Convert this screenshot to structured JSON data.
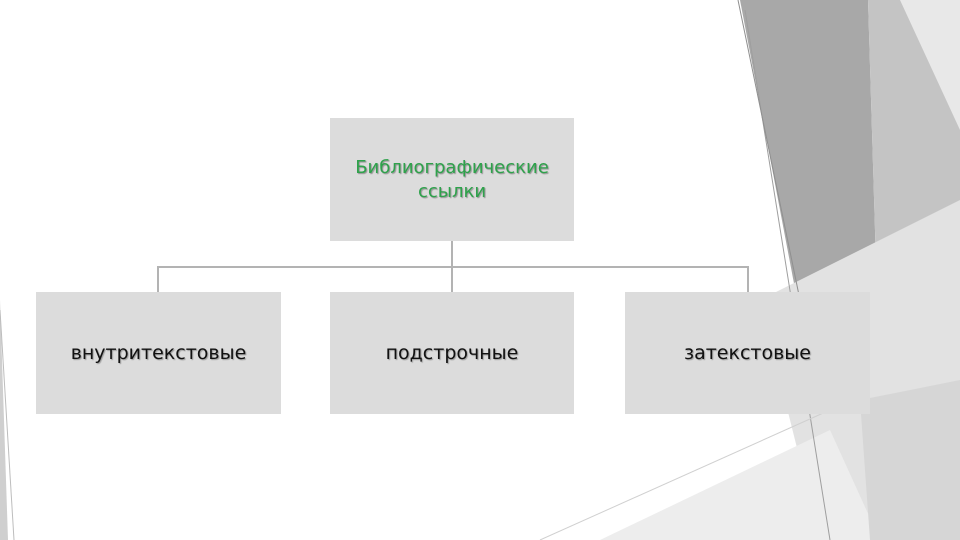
{
  "diagram": {
    "root": {
      "label": "Библиографические ссылки"
    },
    "children": [
      {
        "label": "внутритекстовые"
      },
      {
        "label": "подстрочные"
      },
      {
        "label": "затекстовые"
      }
    ]
  },
  "colors": {
    "box_fill": "#dcdcdc",
    "root_text": "#2ea24b",
    "child_text": "#111111",
    "connector": "#b3b3b3"
  }
}
